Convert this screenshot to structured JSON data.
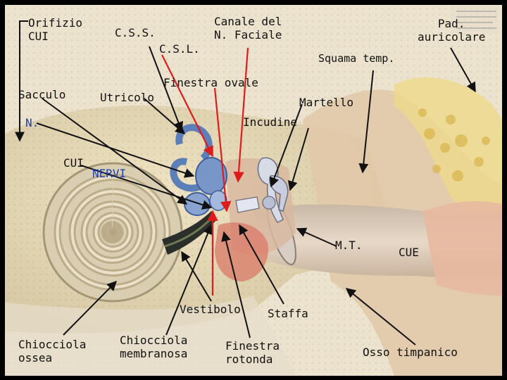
{
  "labels": {
    "orifizio_cui": "Orifizio\nCUI",
    "css": "C.S.S.",
    "csl": "C.S.L.",
    "canale_n_faciale": "Canale del\nN. Faciale",
    "pad_auricolare": "Pad.\nauricolare",
    "squama_temp": "Squama temp.",
    "sacculo": "Sacculo",
    "utricolo": "Utricolo",
    "finestra_ovale": "Finestra ovale",
    "martello": "Martello",
    "n": "N.",
    "incudine": "Incudine",
    "cui": "CUI",
    "nervi": "NERVI",
    "mt": "M.T.",
    "cue": "CUE",
    "vestibolo": "Vestibolo",
    "staffa": "Staffa",
    "chiocciola_ossea": "Chiocciola\nossea",
    "chiocciola_membranosa": "Chiocciola\nmembranosa",
    "finestra_rotonda": "Finestra\nrotonda",
    "osso_timpanico": "Osso timpanico"
  },
  "colors": {
    "black_arrow": "#111111",
    "red_arrow": "#e01b1b",
    "label_blue": "#1d3fb0"
  }
}
